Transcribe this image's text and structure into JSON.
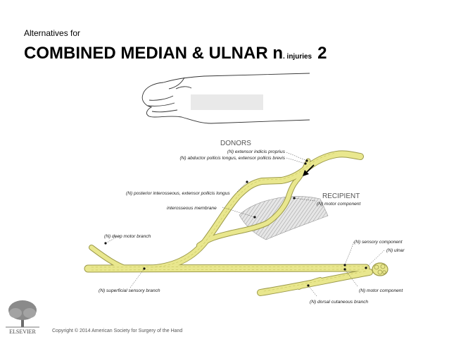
{
  "slide": {
    "subtitle": "Alternatives for",
    "title_main": "COMBINED MEDIAN & ULNAR n",
    "title_small": ". injuries",
    "title_number": "2"
  },
  "diagram": {
    "donors_header": "DONORS",
    "recipient_header": "RECIPIENT",
    "labels": {
      "extensor_indicis": "(N) extensor indicis proprius",
      "abductor_pollicis": "(N) abductor pollicis longus, extensor pollicis brevis",
      "posterior_interosseous": "(N) posterior interosseous, extensor pollicis longus",
      "motor_component_top": "(N) motor component",
      "interosseous_membrane": "interosseous membrane",
      "deep_motor_branch": "(N) deep motor branch",
      "sensory_component": "(N) sensory component",
      "ulnar": "(N) ulnar",
      "superficial_sensory": "(N) superficial sensory branch",
      "motor_component_bottom": "(N) motor component",
      "dorsal_cutaneous": "(N) dorsal cutaneous branch"
    },
    "colors": {
      "nerve_fill": "#e9e78e",
      "nerve_stroke": "#9c9a4a",
      "membrane": "#cfcfcf",
      "header_text": "#555555"
    }
  },
  "footer": {
    "publisher_logo_text": "ELSEVIER",
    "copyright": "Copyright © 2014 American Society for Surgery of the Hand"
  }
}
